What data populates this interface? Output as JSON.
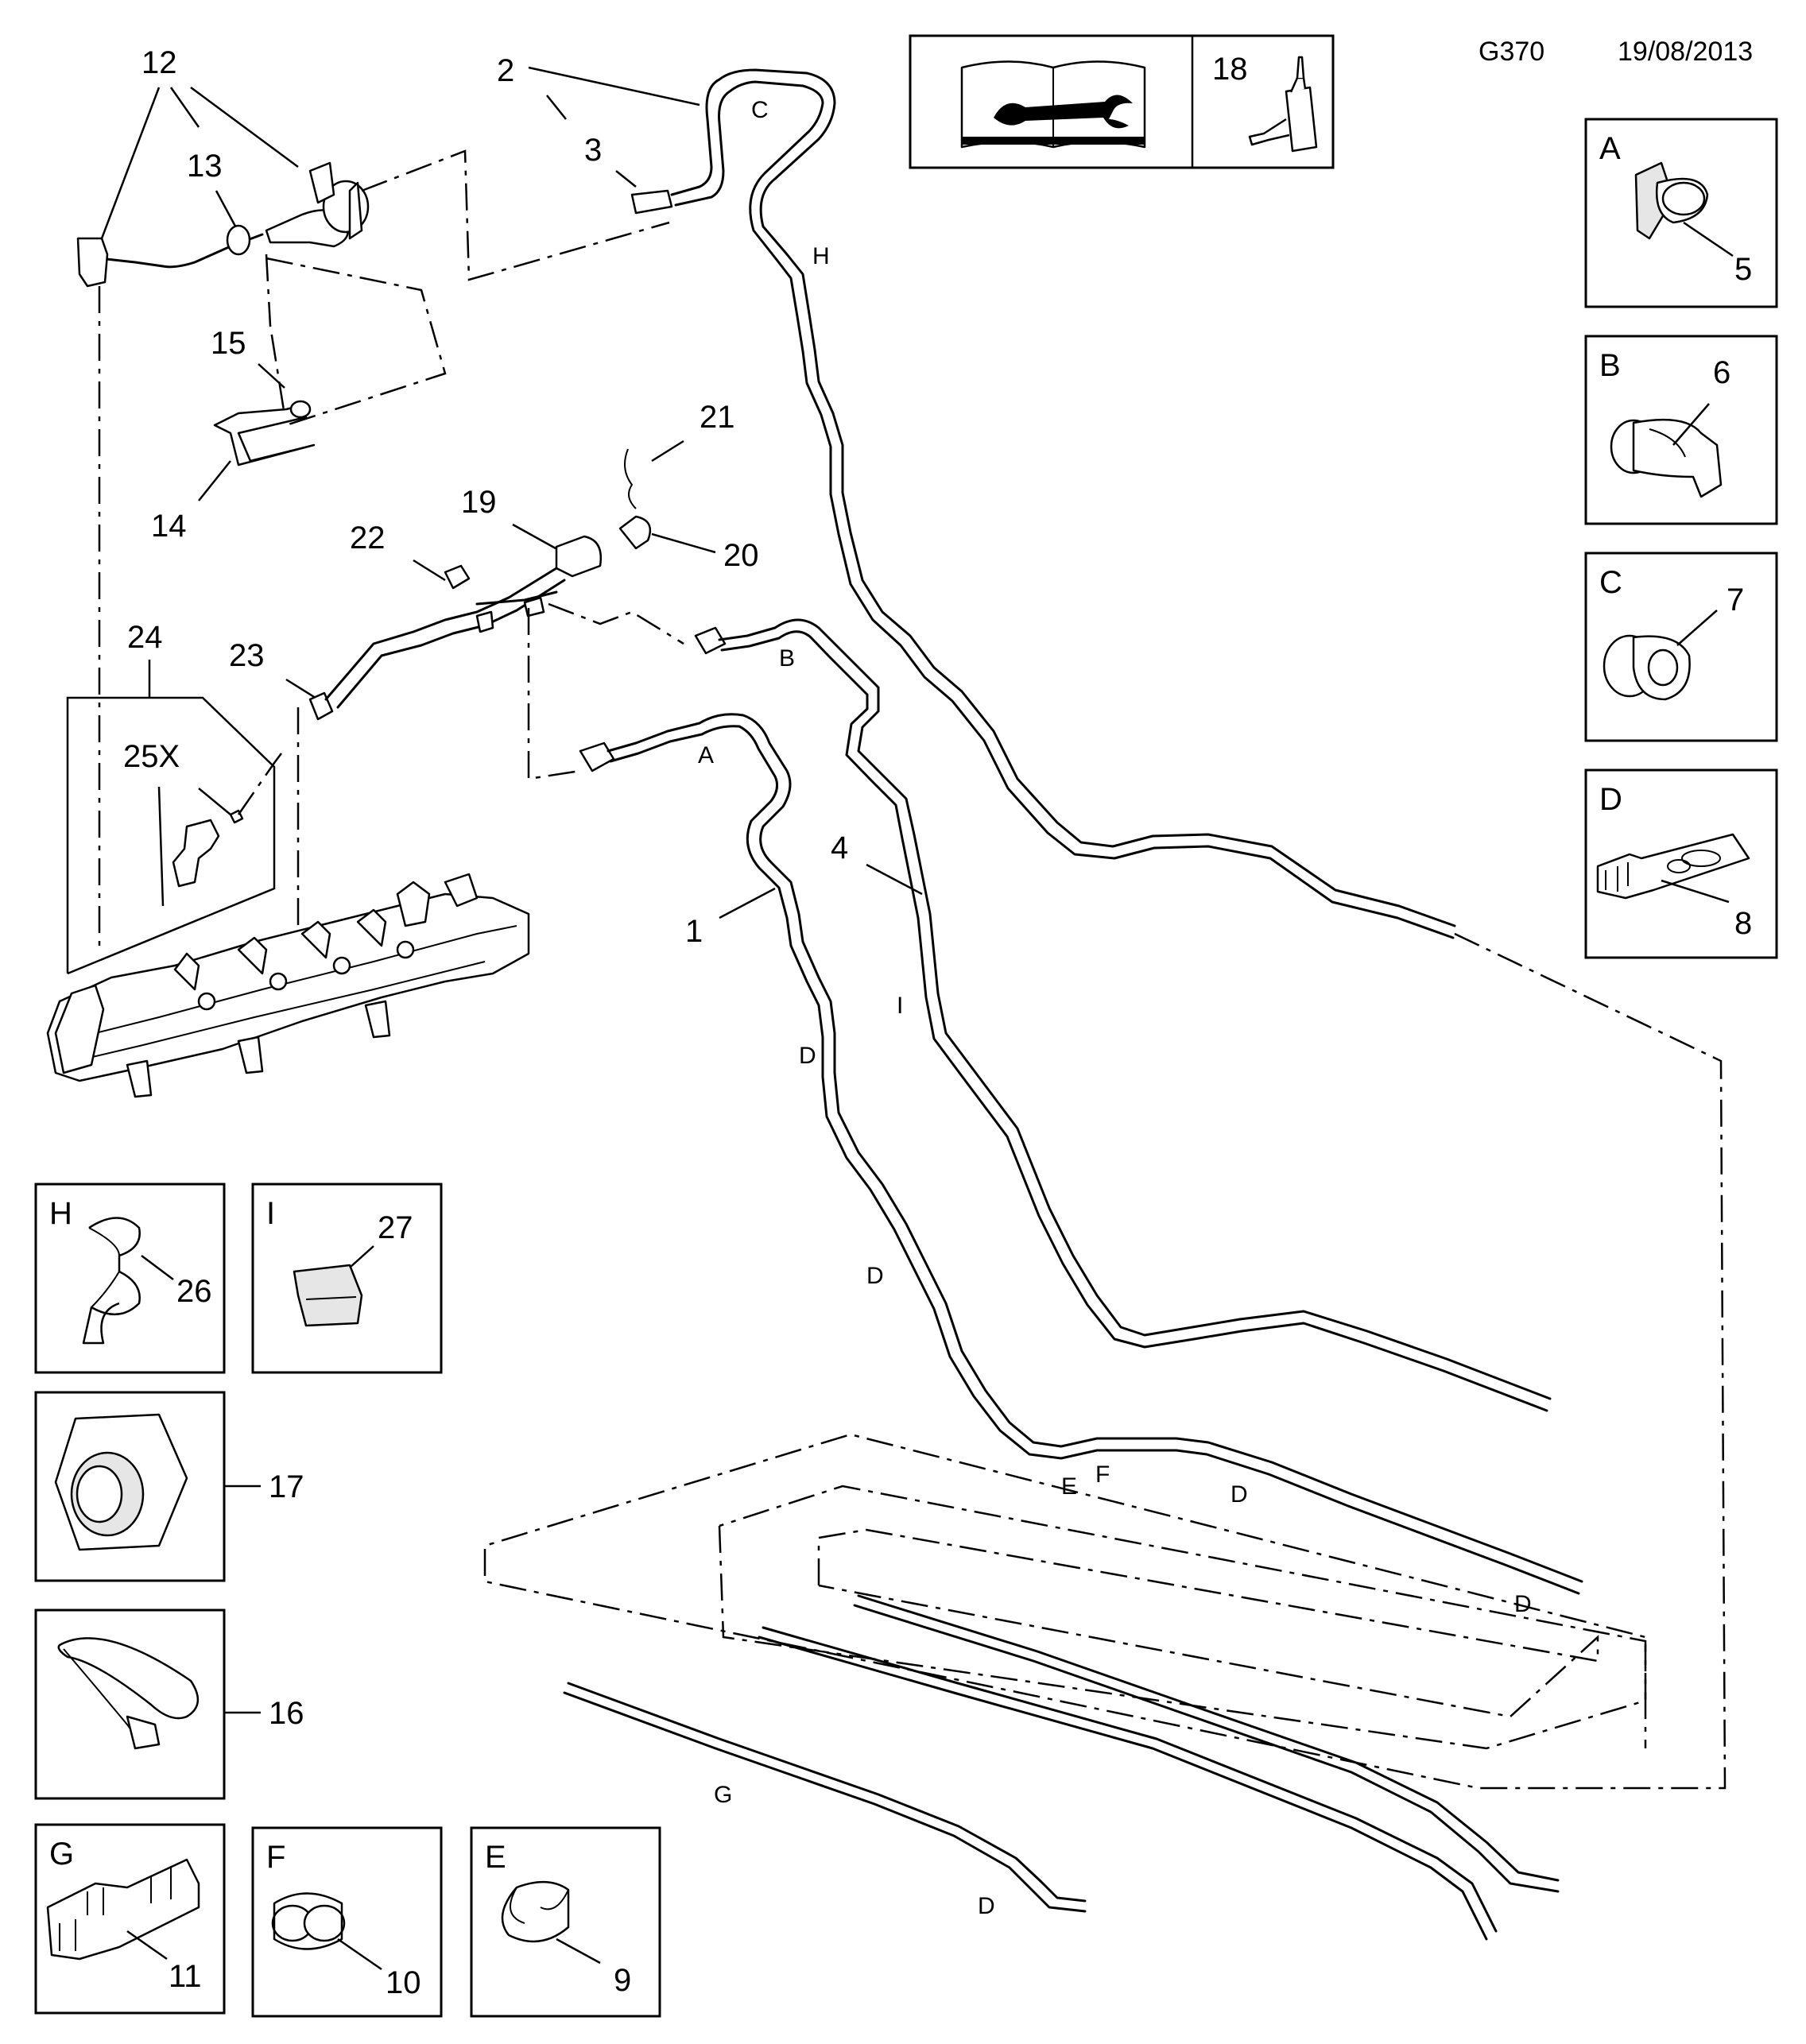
{
  "header": {
    "code": "G370",
    "date": "19/08/2013"
  },
  "callouts": {
    "c1": "1",
    "c2": "2",
    "c3": "3",
    "c4": "4",
    "c5": "5",
    "c6": "6",
    "c7": "7",
    "c8": "8",
    "c9": "9",
    "c10": "10",
    "c11": "11",
    "c12": "12",
    "c13": "13",
    "c14": "14",
    "c15": "15",
    "c16": "16",
    "c17": "17",
    "c18": "18",
    "c19": "19",
    "c20": "20",
    "c21": "21",
    "c22": "22",
    "c23": "23",
    "c24": "24",
    "c25x": "25X",
    "c26": "26",
    "c27": "27"
  },
  "detail_boxes": {
    "A": "A",
    "B": "B",
    "C": "C",
    "D": "D",
    "E": "E",
    "F": "F",
    "G": "G",
    "H": "H",
    "I": "I"
  },
  "pipe_letters": {
    "A": "A",
    "B": "B",
    "C": "C",
    "D": "D",
    "E": "E",
    "F": "F",
    "G": "G",
    "H": "H",
    "I": "I"
  },
  "icons": {
    "manual": "manual-wrench-icon",
    "sealant": "sealant-bottle-icon"
  }
}
